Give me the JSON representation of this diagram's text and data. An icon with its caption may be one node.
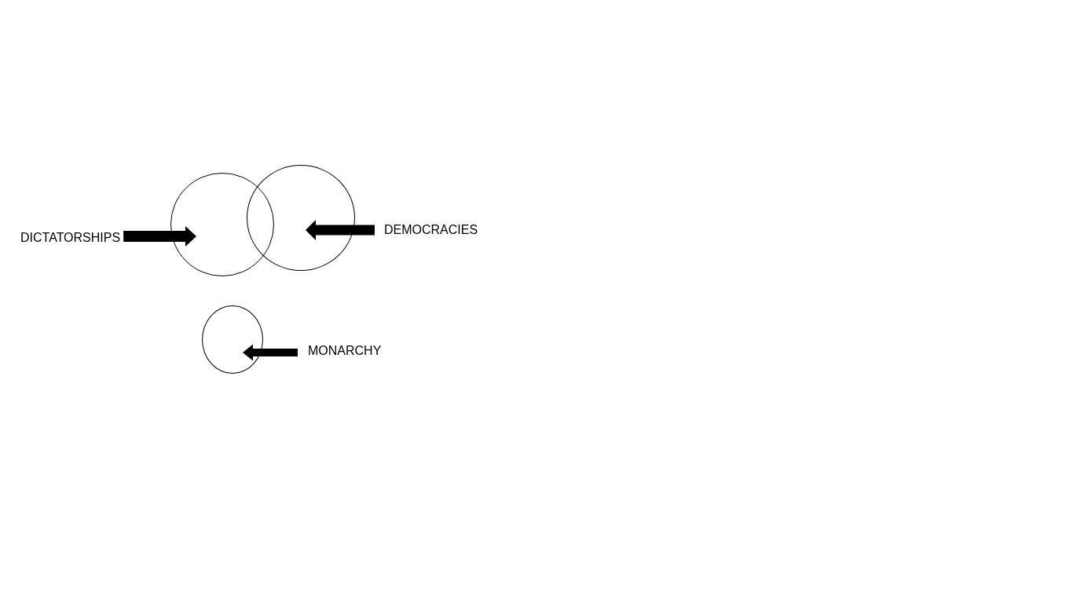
{
  "diagram": {
    "nodes": [
      {
        "text": [
          "DICTATORSHIPS"
        ]
      },
      {
        "text": [],
        "shape": "circle"
      },
      {
        "text": [],
        "shape": "circle"
      },
      {
        "text": [
          "DEMOCRACIES"
        ]
      },
      {
        "text": [],
        "shape": "circle"
      },
      {
        "text": [
          "MONARCHY"
        ]
      }
    ],
    "edges": [
      {
        "from": 0,
        "to": 1,
        "arrow": "to"
      },
      {
        "from": 3,
        "to": 2,
        "arrow": "to"
      },
      {
        "from": 5,
        "to": 4,
        "arrow": "to"
      }
    ]
  }
}
